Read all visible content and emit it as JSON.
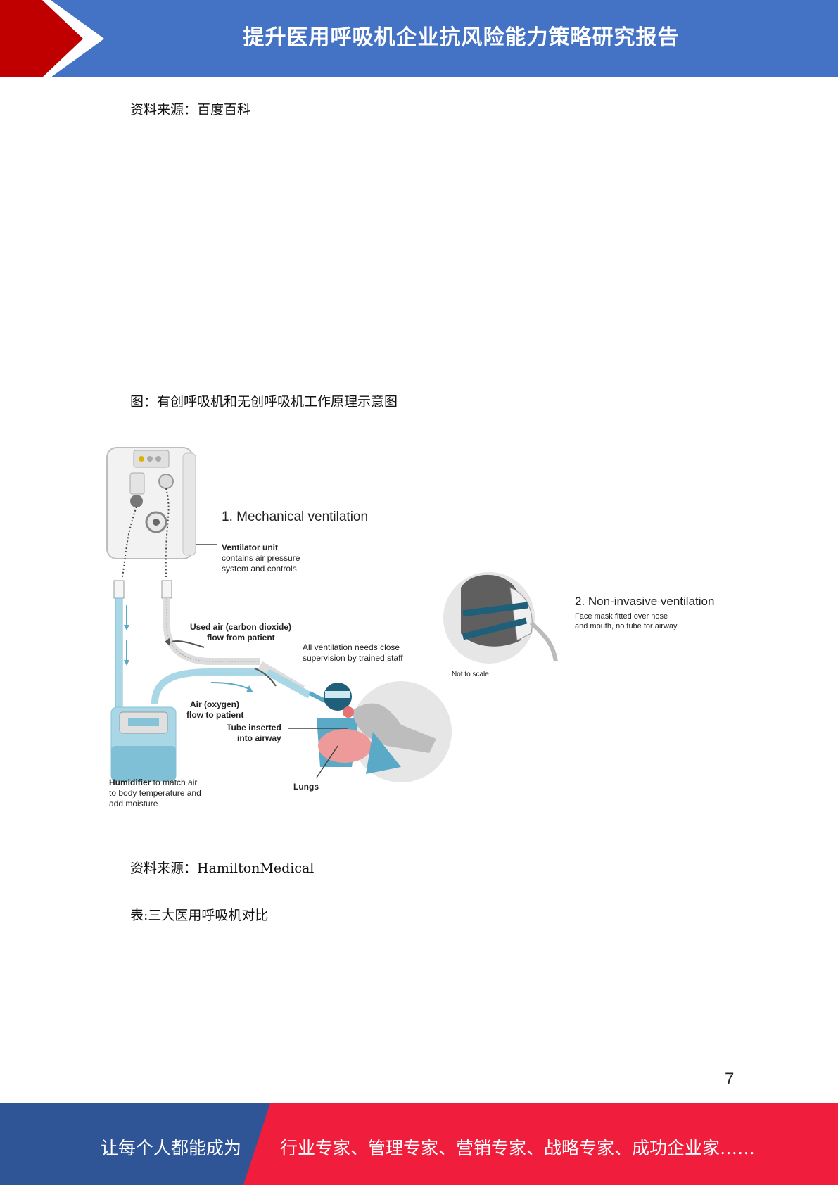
{
  "header": {
    "title": "提升医用呼吸机企业抗风险能力策略研究报告"
  },
  "captions": {
    "source_1": "资料来源：百度百科",
    "figure_title": "图：有创呼吸机和无创呼吸机工作原理示意图",
    "source_2": "资料来源：HamiltonMedical",
    "table_title": "表:三大医用呼吸机对比"
  },
  "figure": {
    "mech_title": "1. Mechanical ventilation",
    "ventilator_label": "Ventilator unit",
    "ventilator_desc_1": "contains air pressure",
    "ventilator_desc_2": "system and controls",
    "used_air_1": "Used air (carbon dioxide)",
    "used_air_2": "flow from patient",
    "supervision_1": "All ventilation needs close",
    "supervision_2": "supervision by trained staff",
    "air_oxygen_1": "Air (oxygen)",
    "air_oxygen_2": "flow to patient",
    "tube_1": "Tube inserted",
    "tube_2": "into airway",
    "humidifier_bold": "Humidifier",
    "humidifier_1": " to match air",
    "humidifier_2": "to body temperature and",
    "humidifier_3": "add moisture",
    "lungs": "Lungs",
    "niv_title": "2. Non-invasive ventilation",
    "niv_desc_1": "Face mask fitted over nose",
    "niv_desc_2": "and mouth, no tube for airway",
    "not_to_scale": "Not to scale"
  },
  "page_number": "7",
  "footer": {
    "left": "让每个人都能成为",
    "right": "行业专家、管理专家、营销专家、战略专家、成功企业家……"
  },
  "colors": {
    "header_blue": "#4472c4",
    "accent_red": "#c00000",
    "footer_blue": "#2f5597",
    "footer_red": "#f01e3c",
    "figure_teal": "#5aa9c6"
  }
}
